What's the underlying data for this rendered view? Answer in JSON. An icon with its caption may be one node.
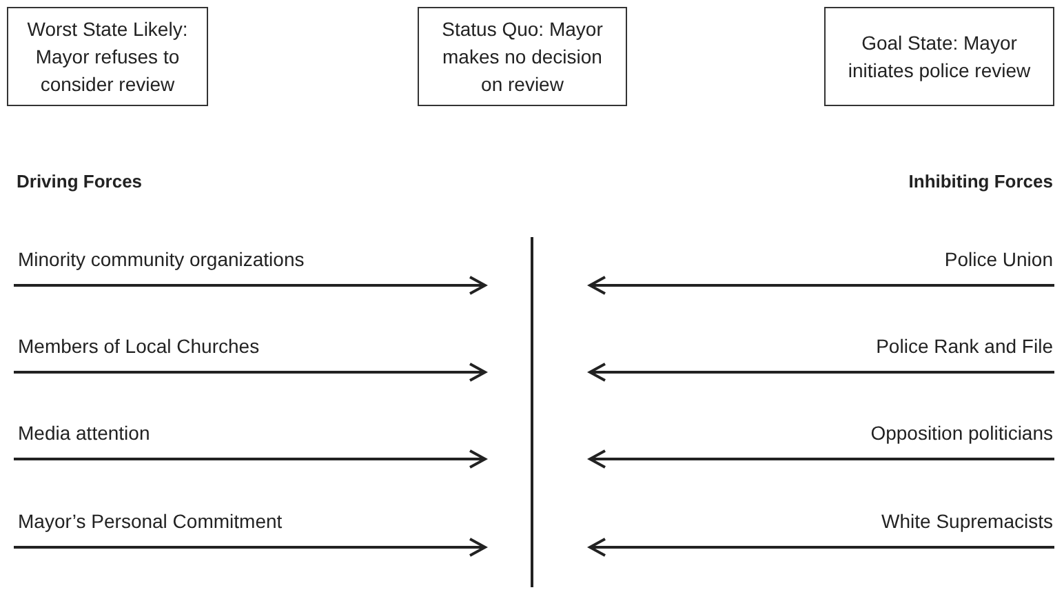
{
  "diagram": {
    "nodes": [
      {
        "text": [
          "Worst State Likely: Mayor refuses to consider review"
        ]
      },
      {
        "text": [
          "Status Quo: Mayor makes no decision on review"
        ]
      },
      {
        "text": [
          "Goal State: Mayor initiates police review"
        ]
      },
      {
        "text": [],
        "shape": "bar"
      }
    ],
    "edges": [
      {
        "from": null,
        "to": 3,
        "arrow": "to",
        "label": "Minority community organizations"
      },
      {
        "from": null,
        "to": 3,
        "arrow": "to",
        "label": "Members of Local Churches"
      },
      {
        "from": null,
        "to": 3,
        "arrow": "to",
        "label": "Media attention"
      },
      {
        "from": null,
        "to": 3,
        "arrow": "to",
        "label": "Mayor’s Personal Commitment"
      },
      {
        "from": null,
        "to": 3,
        "arrow": "to",
        "label": "Police Union"
      },
      {
        "from": null,
        "to": 3,
        "arrow": "to",
        "label": "Police Rank and File"
      },
      {
        "from": null,
        "to": 3,
        "arrow": "to",
        "label": "Opposition politicians"
      },
      {
        "from": null,
        "to": 3,
        "arrow": "to",
        "label": "White Supremacists"
      }
    ],
    "labels": [
      "Driving Forces",
      "Inhibiting Forces"
    ]
  }
}
